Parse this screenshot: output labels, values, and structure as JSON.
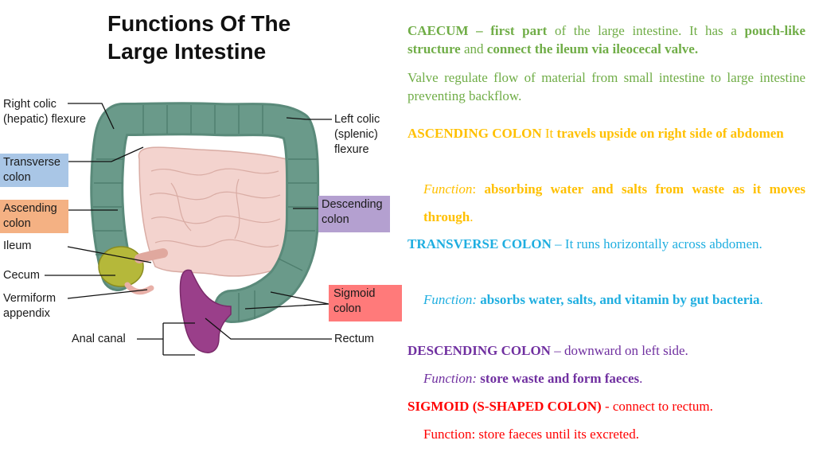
{
  "title": {
    "line1": "Functions Of The",
    "line2": "Large Intestine"
  },
  "labels": {
    "right_colic_1": "Right colic",
    "right_colic_2": "(hepatic) flexure",
    "transverse_1": "Transverse",
    "transverse_2": "colon",
    "ascending_1": "Ascending",
    "ascending_2": "colon",
    "ileum": "Ileum",
    "cecum": "Cecum",
    "vermiform_1": "Vermiform",
    "vermiform_2": "appendix",
    "anal_canal": "Anal canal",
    "left_colic_1": "Left colic",
    "left_colic_2": "(splenic)",
    "left_colic_3": "flexure",
    "descending_1": "Descending",
    "descending_2": "colon",
    "sigmoid_1": "Sigmoid",
    "sigmoid_2": "colon",
    "rectum": "Rectum"
  },
  "colors": {
    "transverse_box": "#a9c6e6",
    "ascending_box": "#f4b183",
    "descending_box": "#b4a0d0",
    "sigmoid_box": "#ff7a7a",
    "colon": "#6a9a8a",
    "cecum": "#b5b83a",
    "rectum": "#9a3f8a",
    "small_intestine": "#f3d3ce"
  },
  "text": {
    "caecum": {
      "a": "CAECUM – first part",
      "b": " of the large intestine",
      "c": ". It has a ",
      "d": "pouch-like structure",
      "e": " and ",
      "f": "connect the ileum via ileocecal valve."
    },
    "valve": "Valve regulate flow of material from small intestine to large intestine preventing backflow.",
    "ascending": {
      "a": "ASCENDING COLON",
      "b": " It ",
      "c": "travels upside on right side of abdomen",
      "fn_label": "Function",
      "fn_sep": ": ",
      "fn_body": "absorbing water and salts from waste as it moves through",
      "fn_end": "."
    },
    "transverse": {
      "a": "TRANSVERSE COLON",
      "b": " – It runs horizontally across abdomen.",
      "fn_label": "Function:",
      "fn_body": " absorbs water, salts, and vitamin by gut bacteria",
      "fn_end": "."
    },
    "descending": {
      "a": "DESCENDING COLON",
      "b": " – downward on left side.",
      "fn_label": "Function:",
      "fn_body": " store waste and form faeces",
      "fn_end": "."
    },
    "sigmoid": {
      "a": "SIGMOID (S-SHAPED COLON)",
      "b": " - connect to rectum.",
      "fn": "Function: store faeces until its excreted."
    }
  }
}
